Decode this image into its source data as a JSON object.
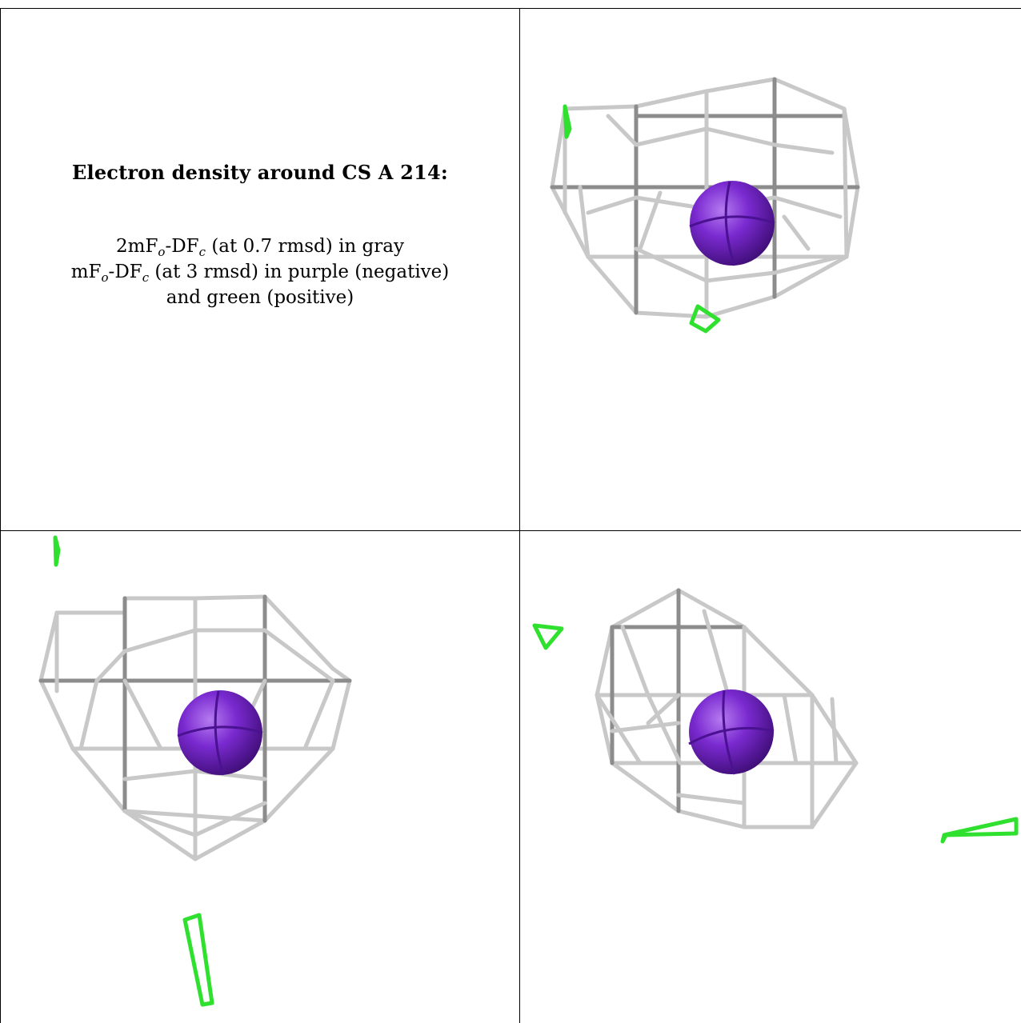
{
  "caption": {
    "title": "Electron density around CS A 214:",
    "line1_pre": "2mF",
    "line1_sub1": "o",
    "line1_mid": "-DF",
    "line1_sub2": "c",
    "line1_post": " (at 0.7 rmsd) in gray",
    "line2_pre": "mF",
    "line2_sub1": "o",
    "line2_mid": "-DF",
    "line2_sub2": "c",
    "line2_post": " (at 3 rmsd) in purple (negative)",
    "line3": "and green (positive)"
  },
  "colors": {
    "mesh_gray": "#c8c8c8",
    "mesh_dark": "#8c8c8c",
    "atom_purple": "#6a1fb3",
    "positive_green": "#2fe02f"
  },
  "views": [
    "view-1",
    "view-2",
    "view-3"
  ]
}
